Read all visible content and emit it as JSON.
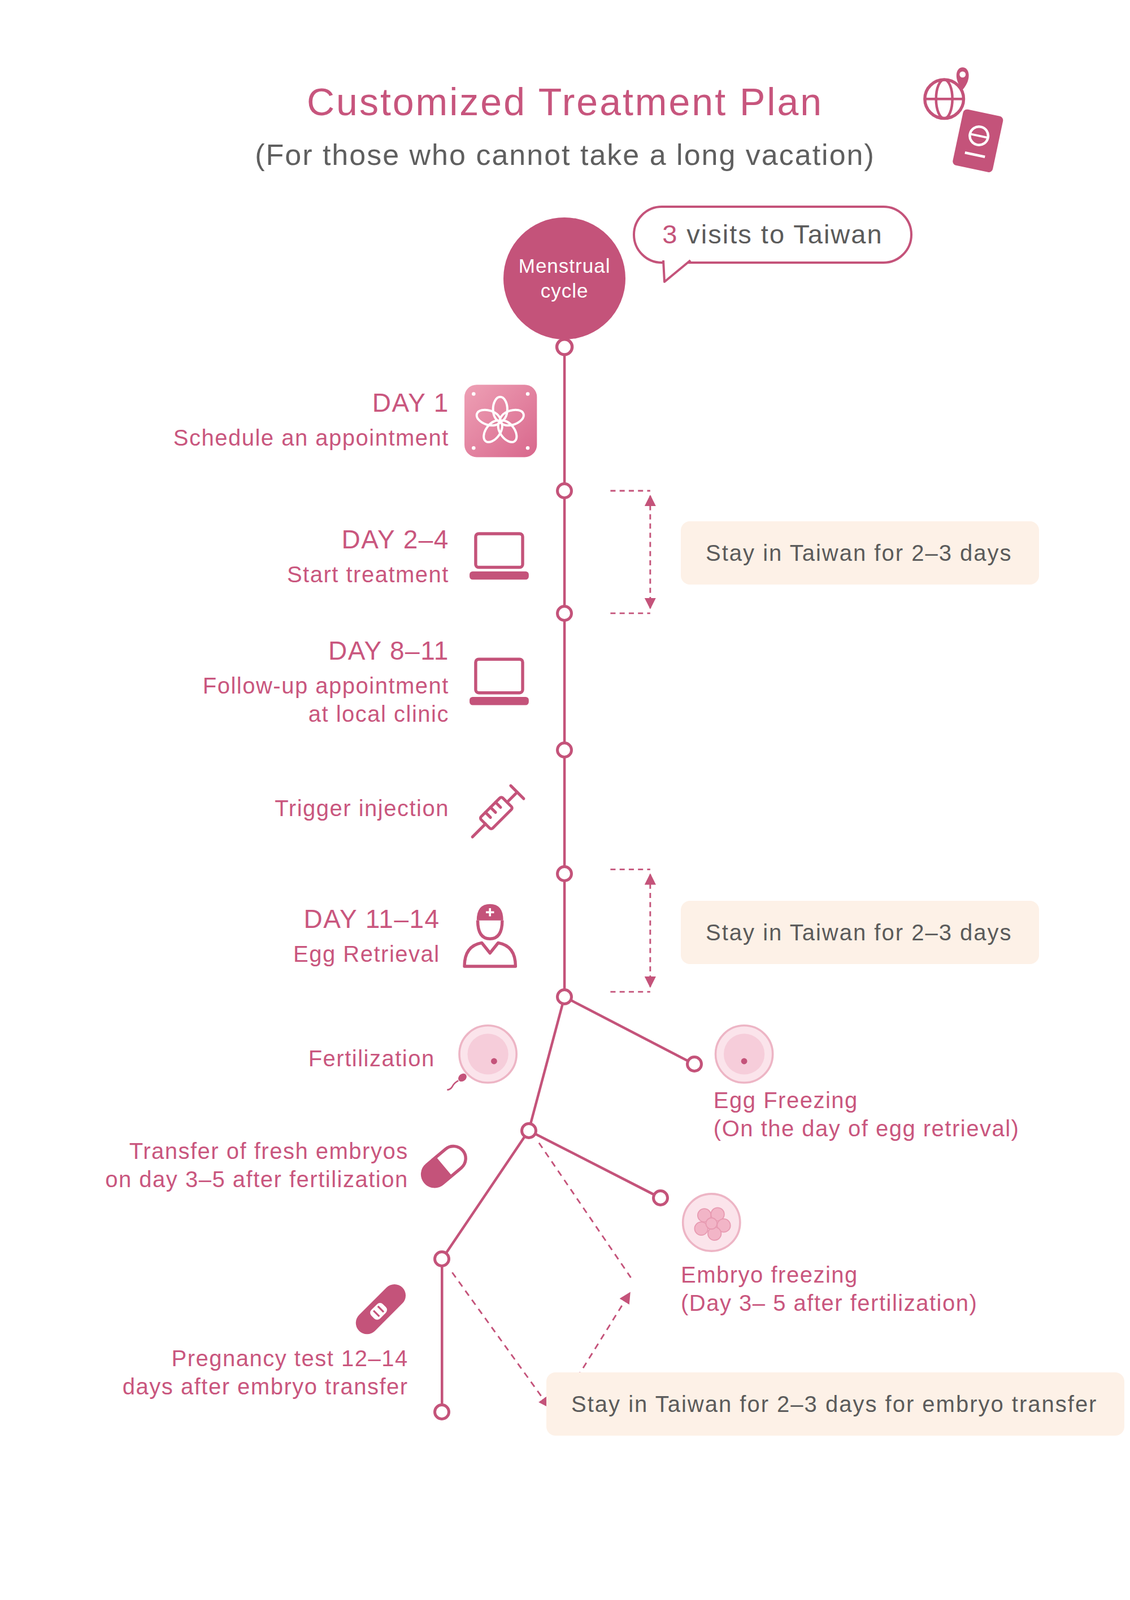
{
  "diagram": {
    "title": "Customized Treatment Plan",
    "nodes": [
      {
        "text": [
          "Menstrual cycle"
        ]
      },
      {
        "text": [
          "3 visits to Taiwan"
        ]
      },
      {
        "text": [
          "DAY 1",
          "Schedule an appointment"
        ]
      },
      {
        "text": [
          "DAY 2–4",
          "Start treatment"
        ]
      },
      {
        "text": [
          "Stay in Taiwan for 2–3 days"
        ]
      },
      {
        "text": [
          "DAY 8–11",
          "Follow-up appointment at local clinic"
        ]
      },
      {
        "text": [
          "Trigger injection"
        ]
      },
      {
        "text": [
          "DAY 11–14",
          "Egg Retrieval"
        ]
      },
      {
        "text": [
          "Stay in Taiwan for 2–3 days"
        ]
      },
      {
        "text": [
          "Fertilization"
        ]
      },
      {
        "text": [
          "Egg Freezing",
          "(On the day of egg retrieval)"
        ]
      },
      {
        "text": [
          "Transfer of fresh embryos on day 3–5 after fertilization"
        ]
      },
      {
        "text": [
          "Embryo freezing",
          "(Day 3– 5 after fertilization)"
        ]
      },
      {
        "text": [
          "Pregnancy test 12–14 days after embryo transfer"
        ]
      },
      {
        "text": [
          "Stay in Taiwan for 2–3 days for embryo transfer"
        ]
      }
    ],
    "edges": [
      {
        "from": 0,
        "to": 2,
        "arrow": "none"
      },
      {
        "from": 2,
        "to": 3,
        "arrow": "none"
      },
      {
        "from": 3,
        "to": 5,
        "arrow": "none"
      },
      {
        "from": 5,
        "to": 6,
        "arrow": "none"
      },
      {
        "from": 6,
        "to": 7,
        "arrow": "none"
      },
      {
        "from": 7,
        "to": 9,
        "arrow": "none"
      },
      {
        "from": 7,
        "to": 10,
        "arrow": "none"
      },
      {
        "from": 9,
        "to": 11,
        "arrow": "none"
      },
      {
        "from": 9,
        "to": 12,
        "arrow": "none"
      },
      {
        "from": 11,
        "to": 13,
        "arrow": "none"
      }
    ],
    "labels": [
      "(For those who cannot take a long vacation)"
    ]
  }
}
